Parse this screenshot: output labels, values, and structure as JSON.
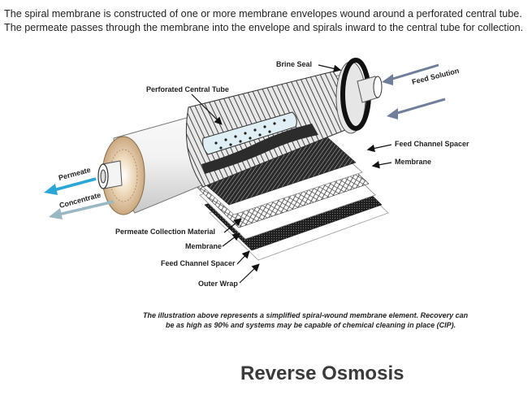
{
  "intro_text": "The spiral membrane is constructed of one or more membrane envelopes wound around a perforated central tube. The permeate passes through the membrane into the envelope and spirals inward to the central tube for collection.",
  "labels": {
    "brine_seal": "Brine Seal",
    "feed_solution": "Feed Solution",
    "perforated_central_tube": "Perforated Central Tube",
    "feed_channel_spacer_right": "Feed Channel Spacer",
    "membrane_right": "Membrane",
    "permeate": "Permeate",
    "concentrate": "Concentrate",
    "permeate_collection_material": "Permeate Collection Material",
    "membrane_left": "Membrane",
    "feed_channel_spacer_left": "Feed Channel Spacer",
    "outer_wrap": "Outer Wrap"
  },
  "caption": {
    "line1": "The illustration above represents a simplified spiral-wound membrane element. Recovery can",
    "line2": "be as high as 90% and systems may be capable of chemical cleaning in place (CIP)."
  },
  "title": "Reverse Osmosis",
  "colors": {
    "permeate_arrow": "#2aa7d8",
    "concentrate_arrow": "#9ab8c4",
    "feed_arrow": "#6f7f9a"
  }
}
